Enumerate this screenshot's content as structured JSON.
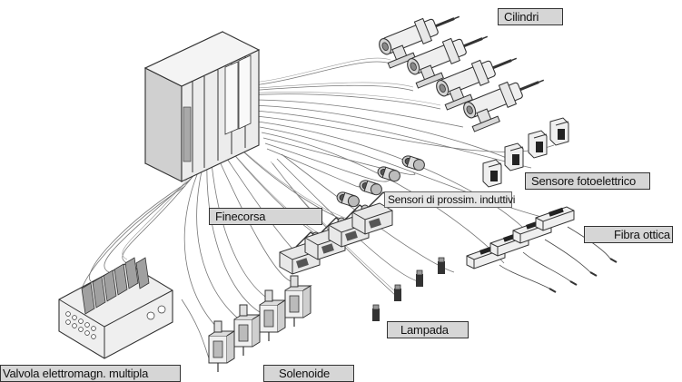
{
  "diagram": {
    "labels": {
      "cilindri": "Cilindri",
      "sensore_fotoelettrico": "Sensore fotoelettrico",
      "sensori_prossimita": "Sensori di prossim. induttivi",
      "finecorsa": "Finecorsa",
      "fibra_ottica": "Fibra ottica",
      "lampada": "Lampada",
      "valvola": "Valvola elettromagn. multipla",
      "solenoide": "Solenoide"
    },
    "colors": {
      "line": "#333333",
      "panel": "#e4e4e4",
      "panel_dark": "#bdbdbd",
      "label_bg": "#d6d6d6"
    }
  }
}
